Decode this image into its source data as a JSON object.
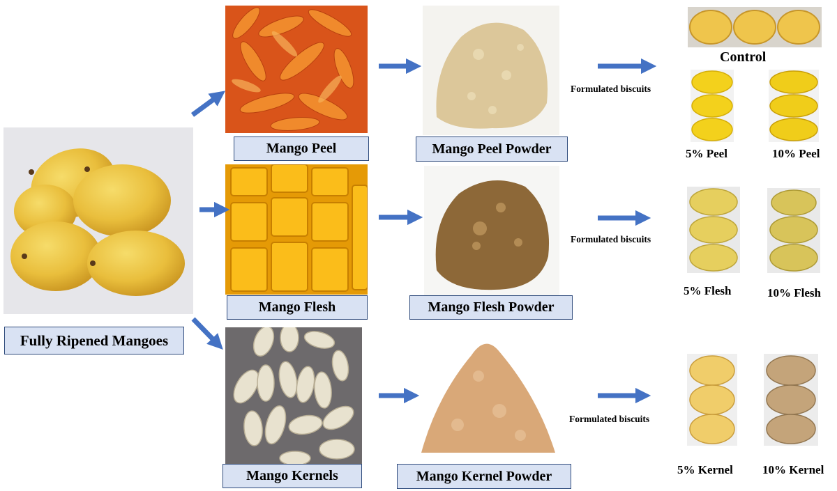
{
  "source": {
    "label": "Fully Ripened Mangoes"
  },
  "stages": {
    "peel": {
      "label": "Mango Peel",
      "powder": "Mango Peel Powder"
    },
    "flesh": {
      "label": "Mango Flesh",
      "powder": "Mango Flesh Powder"
    },
    "kernel": {
      "label": "Mango Kernels",
      "powder": "Mango Kernel Powder"
    }
  },
  "outputs": {
    "formulated_label": "Formulated biscuits",
    "control": "Control",
    "peel": {
      "low": "5% Peel",
      "high": "10% Peel"
    },
    "flesh": {
      "low": "5% Flesh",
      "high": "10% Flesh"
    },
    "kernel": {
      "low": "5% Kernel",
      "high": "10% Kernel"
    }
  },
  "colors": {
    "arrow": "#4472c4",
    "label_fill": "#d9e2f3",
    "label_border": "#2f4b7c"
  }
}
